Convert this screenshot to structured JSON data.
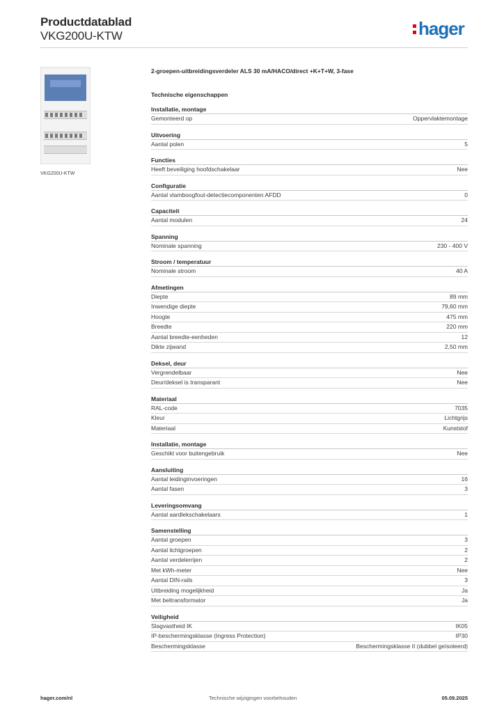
{
  "header": {
    "title": "Productdatablad",
    "subtitle": "VKG200U-KTW",
    "logo_text": "hager",
    "logo_color": "#1d6fb8",
    "logo_dot_color": "#e2001a"
  },
  "product": {
    "image_caption": "VKG200U-KTW",
    "description": "2-groepen-uitbreidingsverdeler ALS 30 mA/HACO/direct +K+T+W, 3-fase",
    "section_heading": "Technische eigenschappen"
  },
  "groups": [
    {
      "title": "Installatie, montage",
      "rows": [
        {
          "label": "Gemonteerd op",
          "value": "Oppervlaktemontage"
        }
      ]
    },
    {
      "title": "Uitvoering",
      "rows": [
        {
          "label": "Aantal polen",
          "value": "5"
        }
      ]
    },
    {
      "title": "Functies",
      "rows": [
        {
          "label": "Heeft beveiliging hoofdschakelaar",
          "value": "Nee"
        }
      ]
    },
    {
      "title": "Configuratie",
      "rows": [
        {
          "label": "Aantal vlamboogfout-detectiecomponenten AFDD",
          "value": "0"
        }
      ]
    },
    {
      "title": "Capaciteit",
      "rows": [
        {
          "label": "Aantal modulen",
          "value": "24"
        }
      ]
    },
    {
      "title": "Spanning",
      "rows": [
        {
          "label": "Nominale spanning",
          "value": "230 - 400 V"
        }
      ]
    },
    {
      "title": "Stroom / temperatuur",
      "rows": [
        {
          "label": "Nominale stroom",
          "value": "40 A"
        }
      ]
    },
    {
      "title": "Afmetingen",
      "rows": [
        {
          "label": "Diepte",
          "value": "89 mm"
        },
        {
          "label": "Inwendige diepte",
          "value": "79,60 mm"
        },
        {
          "label": "Hoogte",
          "value": "475 mm"
        },
        {
          "label": "Breedte",
          "value": "220 mm"
        },
        {
          "label": "Aantal breedte-eenheden",
          "value": "12"
        },
        {
          "label": "Dikte zijwand",
          "value": "2,50 mm"
        }
      ]
    },
    {
      "title": "Deksel, deur",
      "rows": [
        {
          "label": "Vergrendelbaar",
          "value": "Nee"
        },
        {
          "label": "Deur/deksel is transparant",
          "value": "Nee"
        }
      ]
    },
    {
      "title": "Materiaal",
      "rows": [
        {
          "label": "RAL-code",
          "value": "7035"
        },
        {
          "label": "Kleur",
          "value": "Lichtgrijs"
        },
        {
          "label": "Materiaal",
          "value": "Kunststof"
        }
      ]
    },
    {
      "title": "Installatie, montage",
      "rows": [
        {
          "label": "Geschikt voor buitengebruik",
          "value": "Nee"
        }
      ]
    },
    {
      "title": "Aansluiting",
      "rows": [
        {
          "label": "Aantal leidinginvoeringen",
          "value": "16"
        },
        {
          "label": "Aantal fasen",
          "value": "3"
        }
      ]
    },
    {
      "title": "Leveringsomvang",
      "rows": [
        {
          "label": "Aantal aardlekschakelaars",
          "value": "1"
        }
      ]
    },
    {
      "title": "Samenstelling",
      "rows": [
        {
          "label": "Aantal groepen",
          "value": "3"
        },
        {
          "label": "Aantal lichtgroepen",
          "value": "2"
        },
        {
          "label": "Aantal verdelerrijen",
          "value": "2"
        },
        {
          "label": "Met kWh-meter",
          "value": "Nee"
        },
        {
          "label": "Aantal DIN-rails",
          "value": "3"
        },
        {
          "label": "Uitbreiding mogelijkheid",
          "value": "Ja"
        },
        {
          "label": "Met beltransformator",
          "value": "Ja"
        }
      ]
    },
    {
      "title": "Veiligheid",
      "rows": [
        {
          "label": "Slagvastheid IK",
          "value": "IK05"
        },
        {
          "label": "IP-beschermingsklasse (Ingress Protection)",
          "value": "IP30"
        },
        {
          "label": "Beschermingsklasse",
          "value": "Beschermingsklasse II (dubbel geïsoleerd)"
        }
      ]
    }
  ],
  "footer": {
    "website": "hager.com/nl",
    "notice": "Technische wijzigingen voorbehouden",
    "date": "05.09.2025"
  }
}
